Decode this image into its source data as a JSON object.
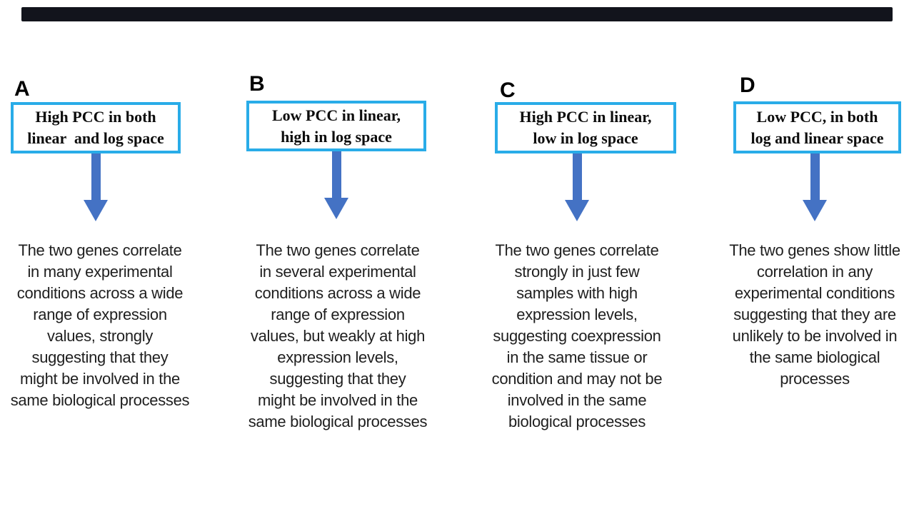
{
  "colors": {
    "box-border": "#29ACE8",
    "arrow": "#4472C4",
    "text": "#1F1F1F",
    "top-bar": "#12141C"
  },
  "panels": [
    {
      "label": "A",
      "box_text": [
        "High PCC in both",
        "linear  and log space"
      ],
      "description": [
        "The two genes correlate",
        "in many experimental",
        "conditions across a wide",
        "range of expression",
        "values, strongly",
        "suggesting that they",
        "might be involved in the",
        "same biological processes"
      ]
    },
    {
      "label": "B",
      "box_text": [
        "Low PCC in linear,",
        "high in log space"
      ],
      "description": [
        "The two genes correlate",
        "in several experimental",
        "conditions across a wide",
        "range of expression",
        "values, but weakly at high",
        "expression levels,",
        "suggesting that they",
        "might be involved in the",
        "same biological processes"
      ]
    },
    {
      "label": "C",
      "box_text": [
        "High PCC in linear,",
        "low in log space"
      ],
      "description": [
        "The two genes correlate",
        "strongly in just few",
        "samples with high",
        "expression levels,",
        "suggesting coexpression",
        "in the same tissue or",
        "condition and may not be",
        "involved in the same",
        "biological processes"
      ]
    },
    {
      "label": "D",
      "box_text": [
        "Low PCC, in both",
        "log and linear space"
      ],
      "description": [
        "The two genes show little",
        "correlation in any",
        "experimental conditions",
        "suggesting that they are",
        "unlikely to be involved in",
        "the same biological",
        "processes"
      ]
    }
  ]
}
